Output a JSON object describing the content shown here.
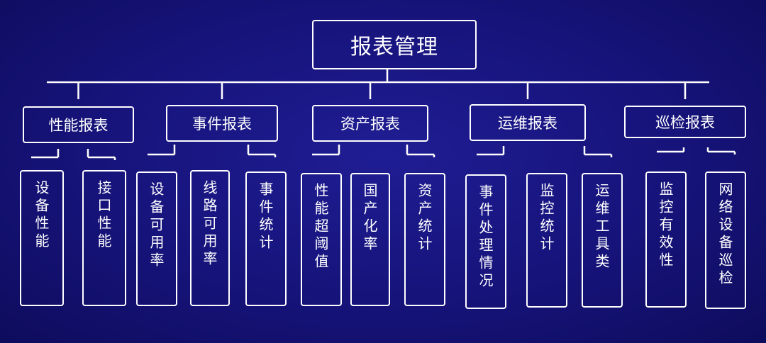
{
  "root": "报表管理",
  "categories": [
    {
      "label": "性能报表",
      "items": [
        "设备性能",
        "接口性能"
      ]
    },
    {
      "label": "事件报表",
      "items": [
        "设备可用率",
        "线路可用率",
        "事件统计"
      ]
    },
    {
      "label": "资产报表",
      "items": [
        "性能超阈值",
        "国产化率",
        "资产统计"
      ]
    },
    {
      "label": "运维报表",
      "items": [
        "事件处理情况",
        "监控统计",
        "运维工具类"
      ]
    },
    {
      "label": "巡检报表",
      "items": [
        "监控有效性",
        "网络设备巡检"
      ]
    }
  ],
  "colors": {
    "background": "#16137a",
    "line": "#ffffff",
    "text": "#ffffff"
  }
}
